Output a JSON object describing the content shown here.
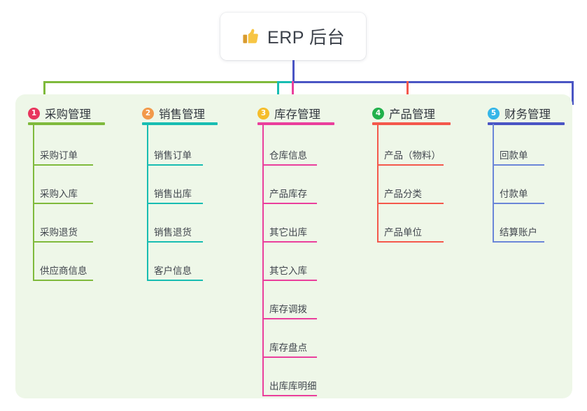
{
  "root": {
    "title": "ERP 后台",
    "icon": "thumbs-up-icon",
    "icon_colors": {
      "hand": "#f5c councils"
    }
  },
  "diagram": {
    "type": "mindmap-tree",
    "background_color": "#eef7e8",
    "trunk_color": "#4a55c4",
    "columns": [
      {
        "index": "1",
        "title": "采购管理",
        "badge_color": "#e8365d",
        "accent": "#7fba3c",
        "connector_color": "#7fba3c",
        "items": [
          "采购订单",
          "采购入库",
          "采购退货",
          "供应商信息"
        ]
      },
      {
        "index": "2",
        "title": "销售管理",
        "badge_color": "#f2994a",
        "accent": "#18bdb2",
        "connector_color": "#18bdb2",
        "items": [
          "销售订单",
          "销售出库",
          "销售退货",
          "客户信息"
        ]
      },
      {
        "index": "3",
        "title": "库存管理",
        "badge_color": "#f5bd2b",
        "accent": "#ea3f9c",
        "connector_color": "#ea3f9c",
        "items": [
          "仓库信息",
          "产品库存",
          "其它出库",
          "其它入库",
          "库存调拨",
          "库存盘点",
          "出库库明细"
        ]
      },
      {
        "index": "4",
        "title": "产品管理",
        "badge_color": "#22b14c",
        "accent": "#f4584c",
        "connector_color": "#f4584c",
        "items": [
          "产品（物料）",
          "产品分类",
          "产品单位"
        ]
      },
      {
        "index": "5",
        "title": "财务管理",
        "badge_color": "#35b6e8",
        "accent": "#4a55c4",
        "connector_color": "#6b86d8",
        "items": [
          "回款单",
          "付款单",
          "结算账户"
        ]
      }
    ]
  }
}
